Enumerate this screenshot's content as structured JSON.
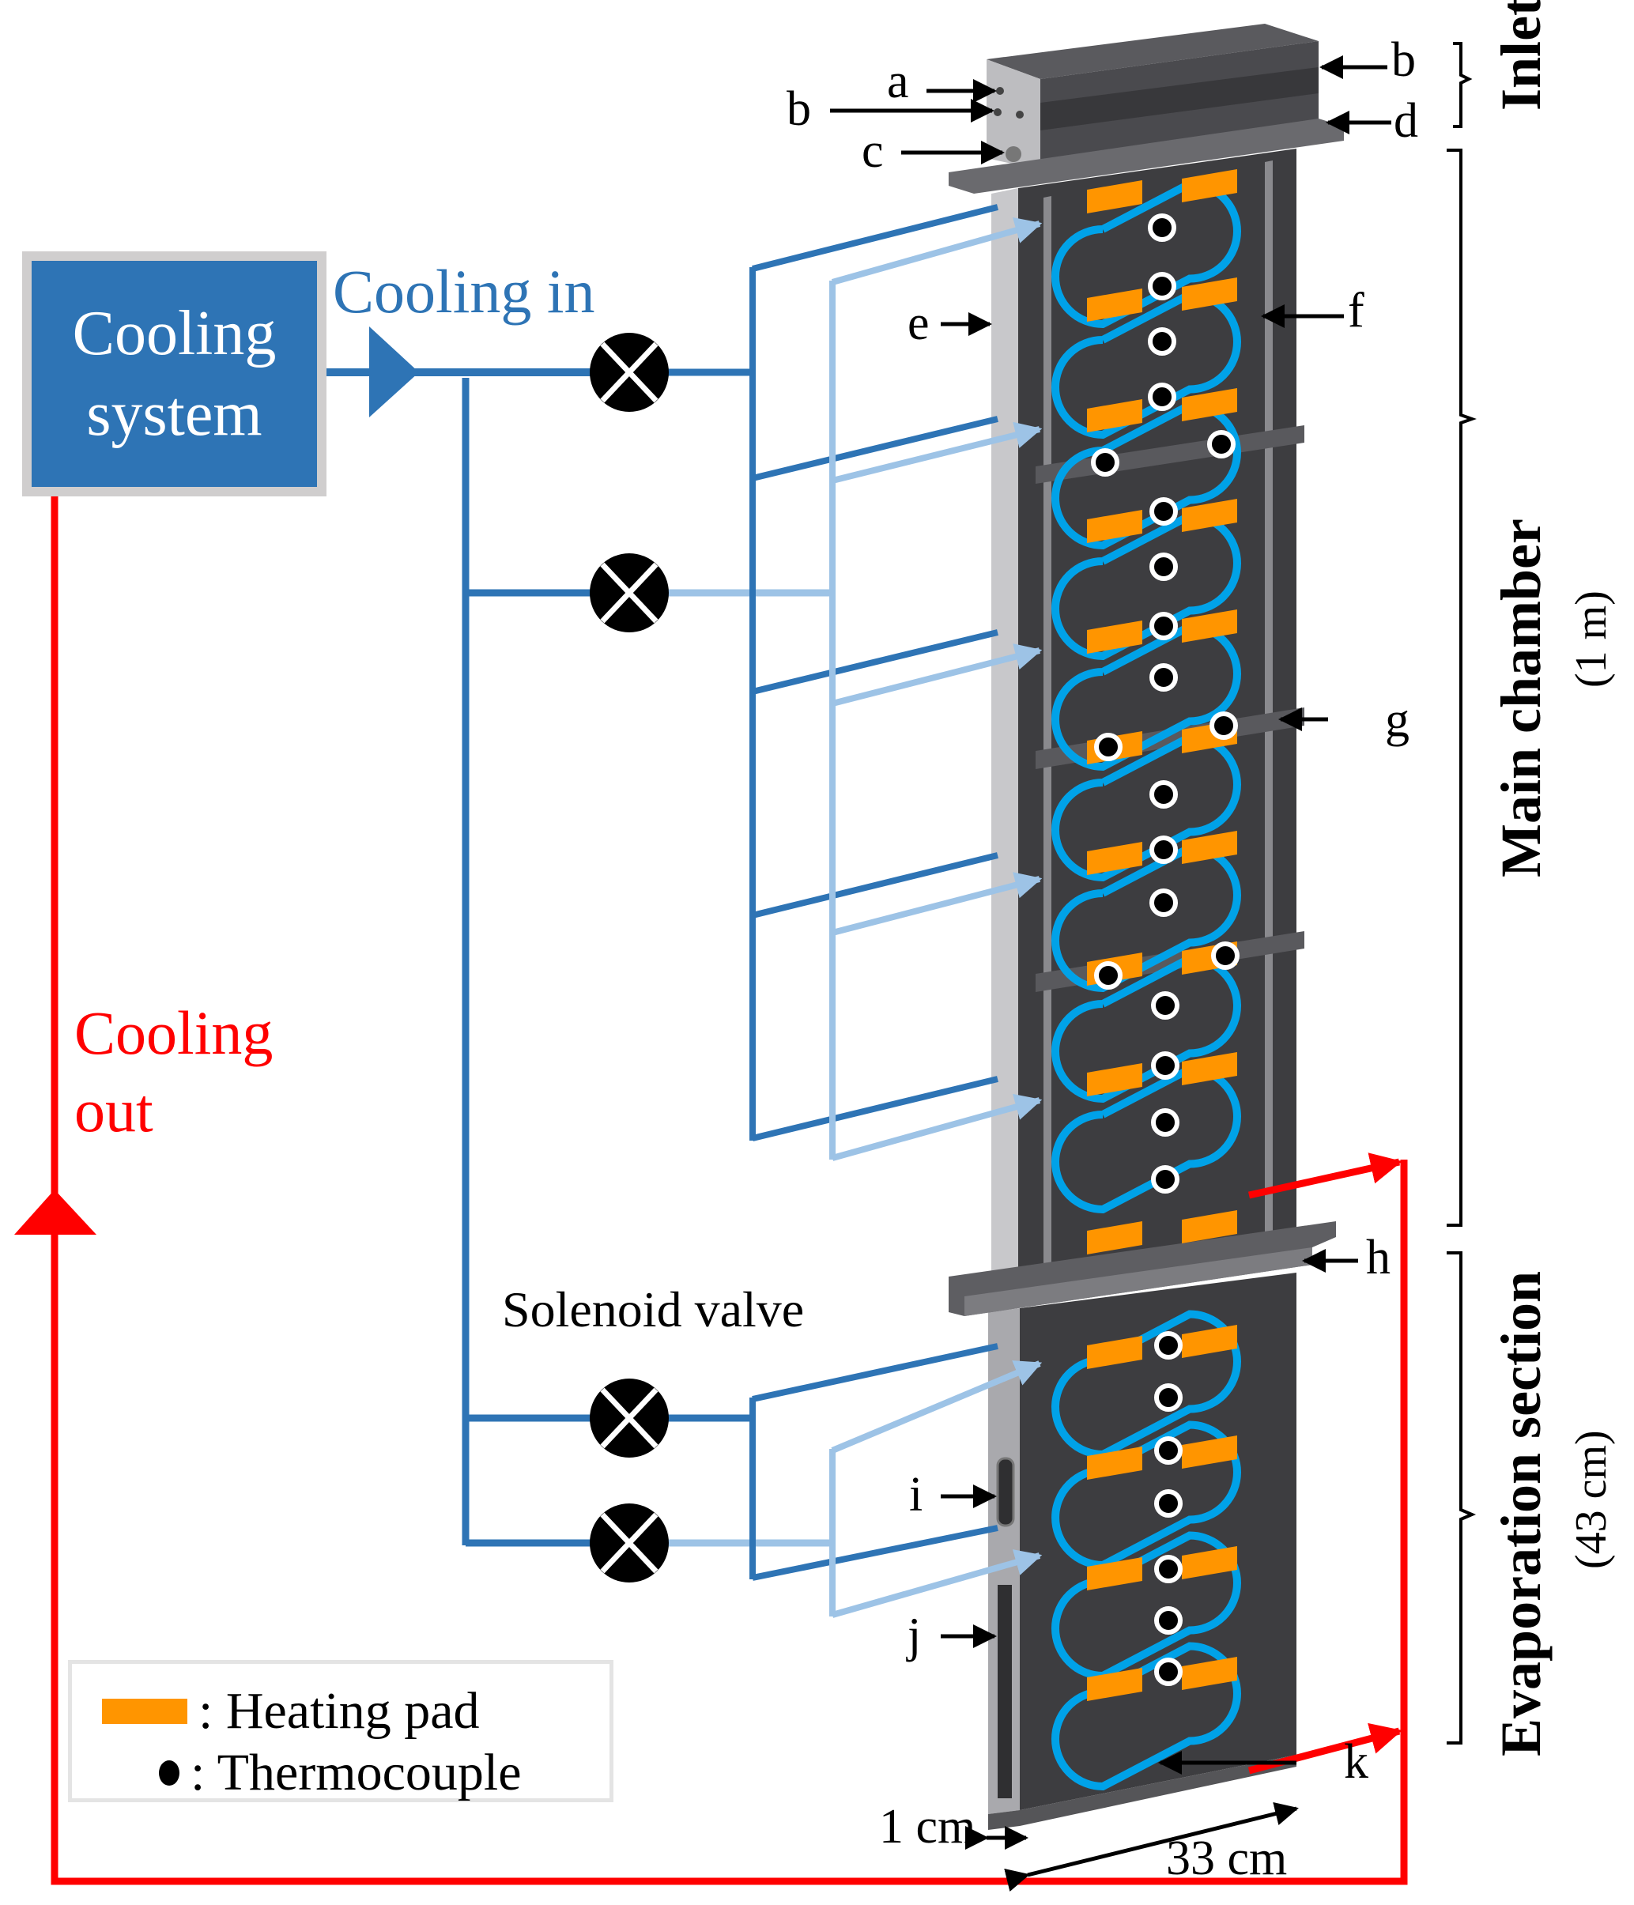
{
  "figure": {
    "cooling_system_label_line1": "Cooling",
    "cooling_system_label_line2": "system",
    "cooling_in_label": "Cooling in",
    "cooling_out_label_line1": "Cooling",
    "cooling_out_label_line2": "out",
    "solenoid_valve_label": "Solenoid valve",
    "valve_count": 4
  },
  "part_labels": {
    "a": "a",
    "b_left": "b",
    "b_right": "b",
    "c": "c",
    "d": "d",
    "e": "e",
    "f": "f",
    "g": "g",
    "h": "h",
    "i": "i",
    "j": "j",
    "k": "k"
  },
  "sections": {
    "inlet": {
      "title": "Inlet"
    },
    "main_chamber": {
      "title": "Main chamber",
      "length": "(1 m)"
    },
    "evaporation": {
      "title": "Evaporation section",
      "length": "(43 cm)"
    }
  },
  "dimensions": {
    "thickness": "1 cm",
    "width": "33 cm"
  },
  "legend": {
    "items": [
      {
        "symbol": "heating-pad",
        "label": ": Heating pad"
      },
      {
        "symbol": "thermocouple",
        "label": ": Thermocouple"
      }
    ]
  },
  "colors": {
    "cooling_in": "#2e74b5",
    "cooling_in_light": "#9dc3e6",
    "cooling_out": "#ff0000",
    "coil": "#00a2e8",
    "heating_pad": "#ff9500",
    "chamber_dark": "#3d3d40",
    "chamber_side": "#c8c8cb",
    "cooling_box_border": "#d0cece"
  }
}
